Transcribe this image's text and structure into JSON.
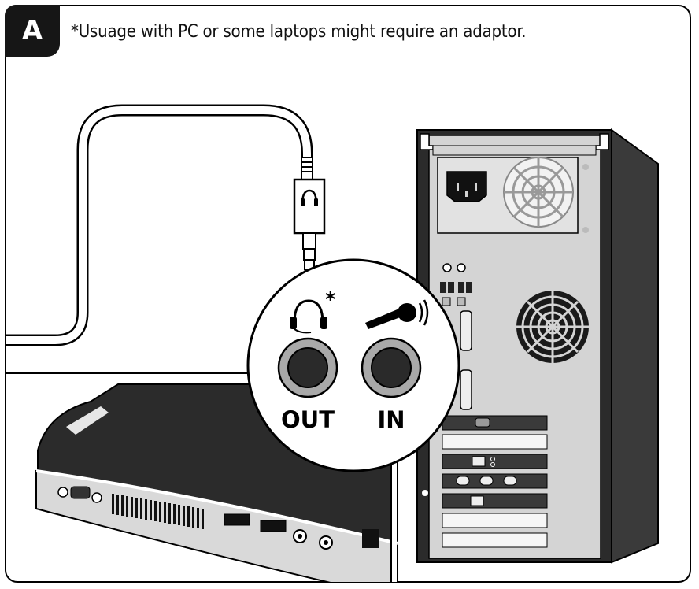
{
  "panel": {
    "label": "A",
    "caption": "*Usuage with PC or some laptops might require an adaptor."
  },
  "zoom_callout": {
    "asterisk": "*",
    "out_label": "OUT",
    "in_label": "IN"
  },
  "icons": [
    "headphone-icon",
    "headset-icon",
    "microphone-icon",
    "power-socket-icon",
    "fan-grille-icon",
    "ethernet-port-icon",
    "vga-port-icon",
    "usb-port-icon",
    "audio-jack-icon"
  ],
  "colors": {
    "outline": "#000000",
    "tower_side": "#3a3a3a",
    "tower_back": "#d4d4d4",
    "laptop_lid": "#2b2b2b",
    "laptop_base": "#d9d9d9",
    "jack": "#2a2a2a"
  }
}
